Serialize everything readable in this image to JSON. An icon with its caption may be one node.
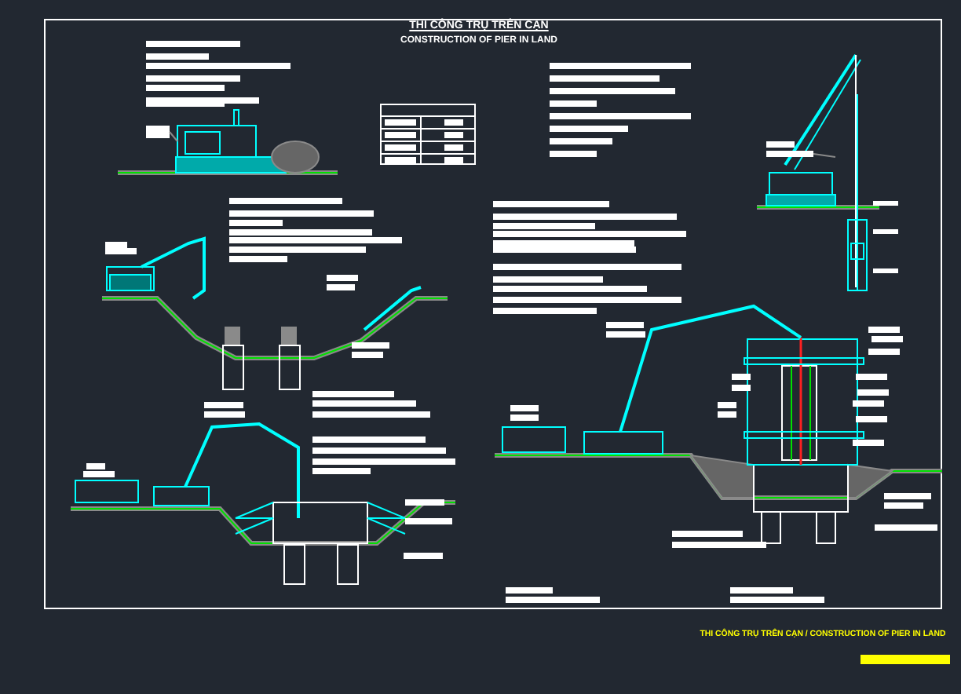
{
  "diagram": {
    "title": "THI CÔNG TRỤ TRÊN CẠN",
    "labels": [
      "CONSTRUCTION OF PIER IN LAND",
      "THI CÔNG TRỤ TRÊN CẠN / CONSTRUCTION OF PIER IN LAND"
    ]
  }
}
